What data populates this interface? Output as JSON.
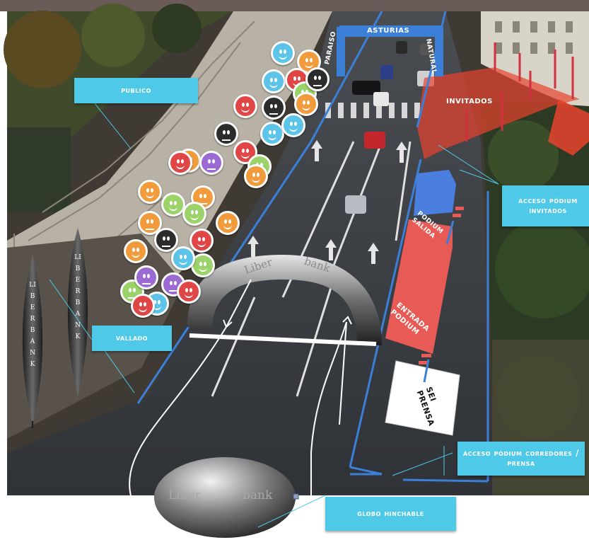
{
  "labels": {
    "publico": "PUBLICO",
    "vallado": "VALLADO",
    "invitados": "INVITADOS",
    "acceso_podium_invitados": "ACCESO PÓDIUM INVITADOS",
    "acceso_podium_corredores": "ACCESO PÓDIUM CORREDORES / PRENSA",
    "globo_hinchable": "GLOBO HINCHABLE",
    "arch_left": "PARAISO",
    "arch_top": "ASTURIAS",
    "arch_right": "NATURAL",
    "podium_salida": "PODIUM SALIDA",
    "entrada_podium": "ENTRADA PODIUM",
    "sei_prensa": "SEI PRENSA",
    "inflatable_arch_left": "Liber",
    "inflatable_arch_right": "bank",
    "balloon_left": "Liber",
    "balloon_right": "bank",
    "flag_text": "LIBERBANK"
  },
  "colors": {
    "callout": "#4ec9e8",
    "route": "#3b7fd6",
    "podium_red": "#e85a55",
    "podium_blue": "#4a7fe0",
    "invitados_zone": "#e8432e"
  },
  "faces": [
    {
      "color": "#5bc4e8",
      "mood": "happy"
    },
    {
      "color": "#f29b3c",
      "mood": "happy"
    },
    {
      "color": "#5bc4e8",
      "mood": "happy"
    },
    {
      "color": "#e04646",
      "mood": "happy"
    },
    {
      "color": "#9bd36a",
      "mood": "happy"
    },
    {
      "color": "#2c2c2c",
      "mood": "neutral"
    },
    {
      "color": "#e04646",
      "mood": "happy"
    },
    {
      "color": "#2c2c2c",
      "mood": "neutral"
    },
    {
      "color": "#f29b3c",
      "mood": "happy"
    },
    {
      "color": "#5bc4e8",
      "mood": "happy"
    },
    {
      "color": "#5bc4e8",
      "mood": "happy"
    },
    {
      "color": "#2c2c2c",
      "mood": "neutral"
    },
    {
      "color": "#f29b3c",
      "mood": "happy"
    },
    {
      "color": "#e04646",
      "mood": "happy"
    },
    {
      "color": "#9bd36a",
      "mood": "happy"
    },
    {
      "color": "#e04646",
      "mood": "happy"
    },
    {
      "color": "#9b6ad3",
      "mood": "neutral"
    },
    {
      "color": "#f29b3c",
      "mood": "happy"
    },
    {
      "color": "#f29b3c",
      "mood": "happy"
    },
    {
      "color": "#9bd36a",
      "mood": "happy"
    },
    {
      "color": "#f29b3c",
      "mood": "neutral"
    },
    {
      "color": "#9bd36a",
      "mood": "happy"
    },
    {
      "color": "#f29b3c",
      "mood": "happy"
    },
    {
      "color": "#f29b3c",
      "mood": "neutral"
    },
    {
      "color": "#2c2c2c",
      "mood": "neutral"
    },
    {
      "color": "#f29b3c",
      "mood": "happy"
    },
    {
      "color": "#e04646",
      "mood": "happy"
    },
    {
      "color": "#9bd36a",
      "mood": "happy"
    },
    {
      "color": "#5bc4e8",
      "mood": "happy"
    },
    {
      "color": "#9bd36a",
      "mood": "neutral"
    },
    {
      "color": "#9b6ad3",
      "mood": "neutral"
    },
    {
      "color": "#9b6ad3",
      "mood": "neutral"
    },
    {
      "color": "#5bc4e8",
      "mood": "happy"
    },
    {
      "color": "#e04646",
      "mood": "happy"
    },
    {
      "color": "#e04646",
      "mood": "happy"
    }
  ]
}
